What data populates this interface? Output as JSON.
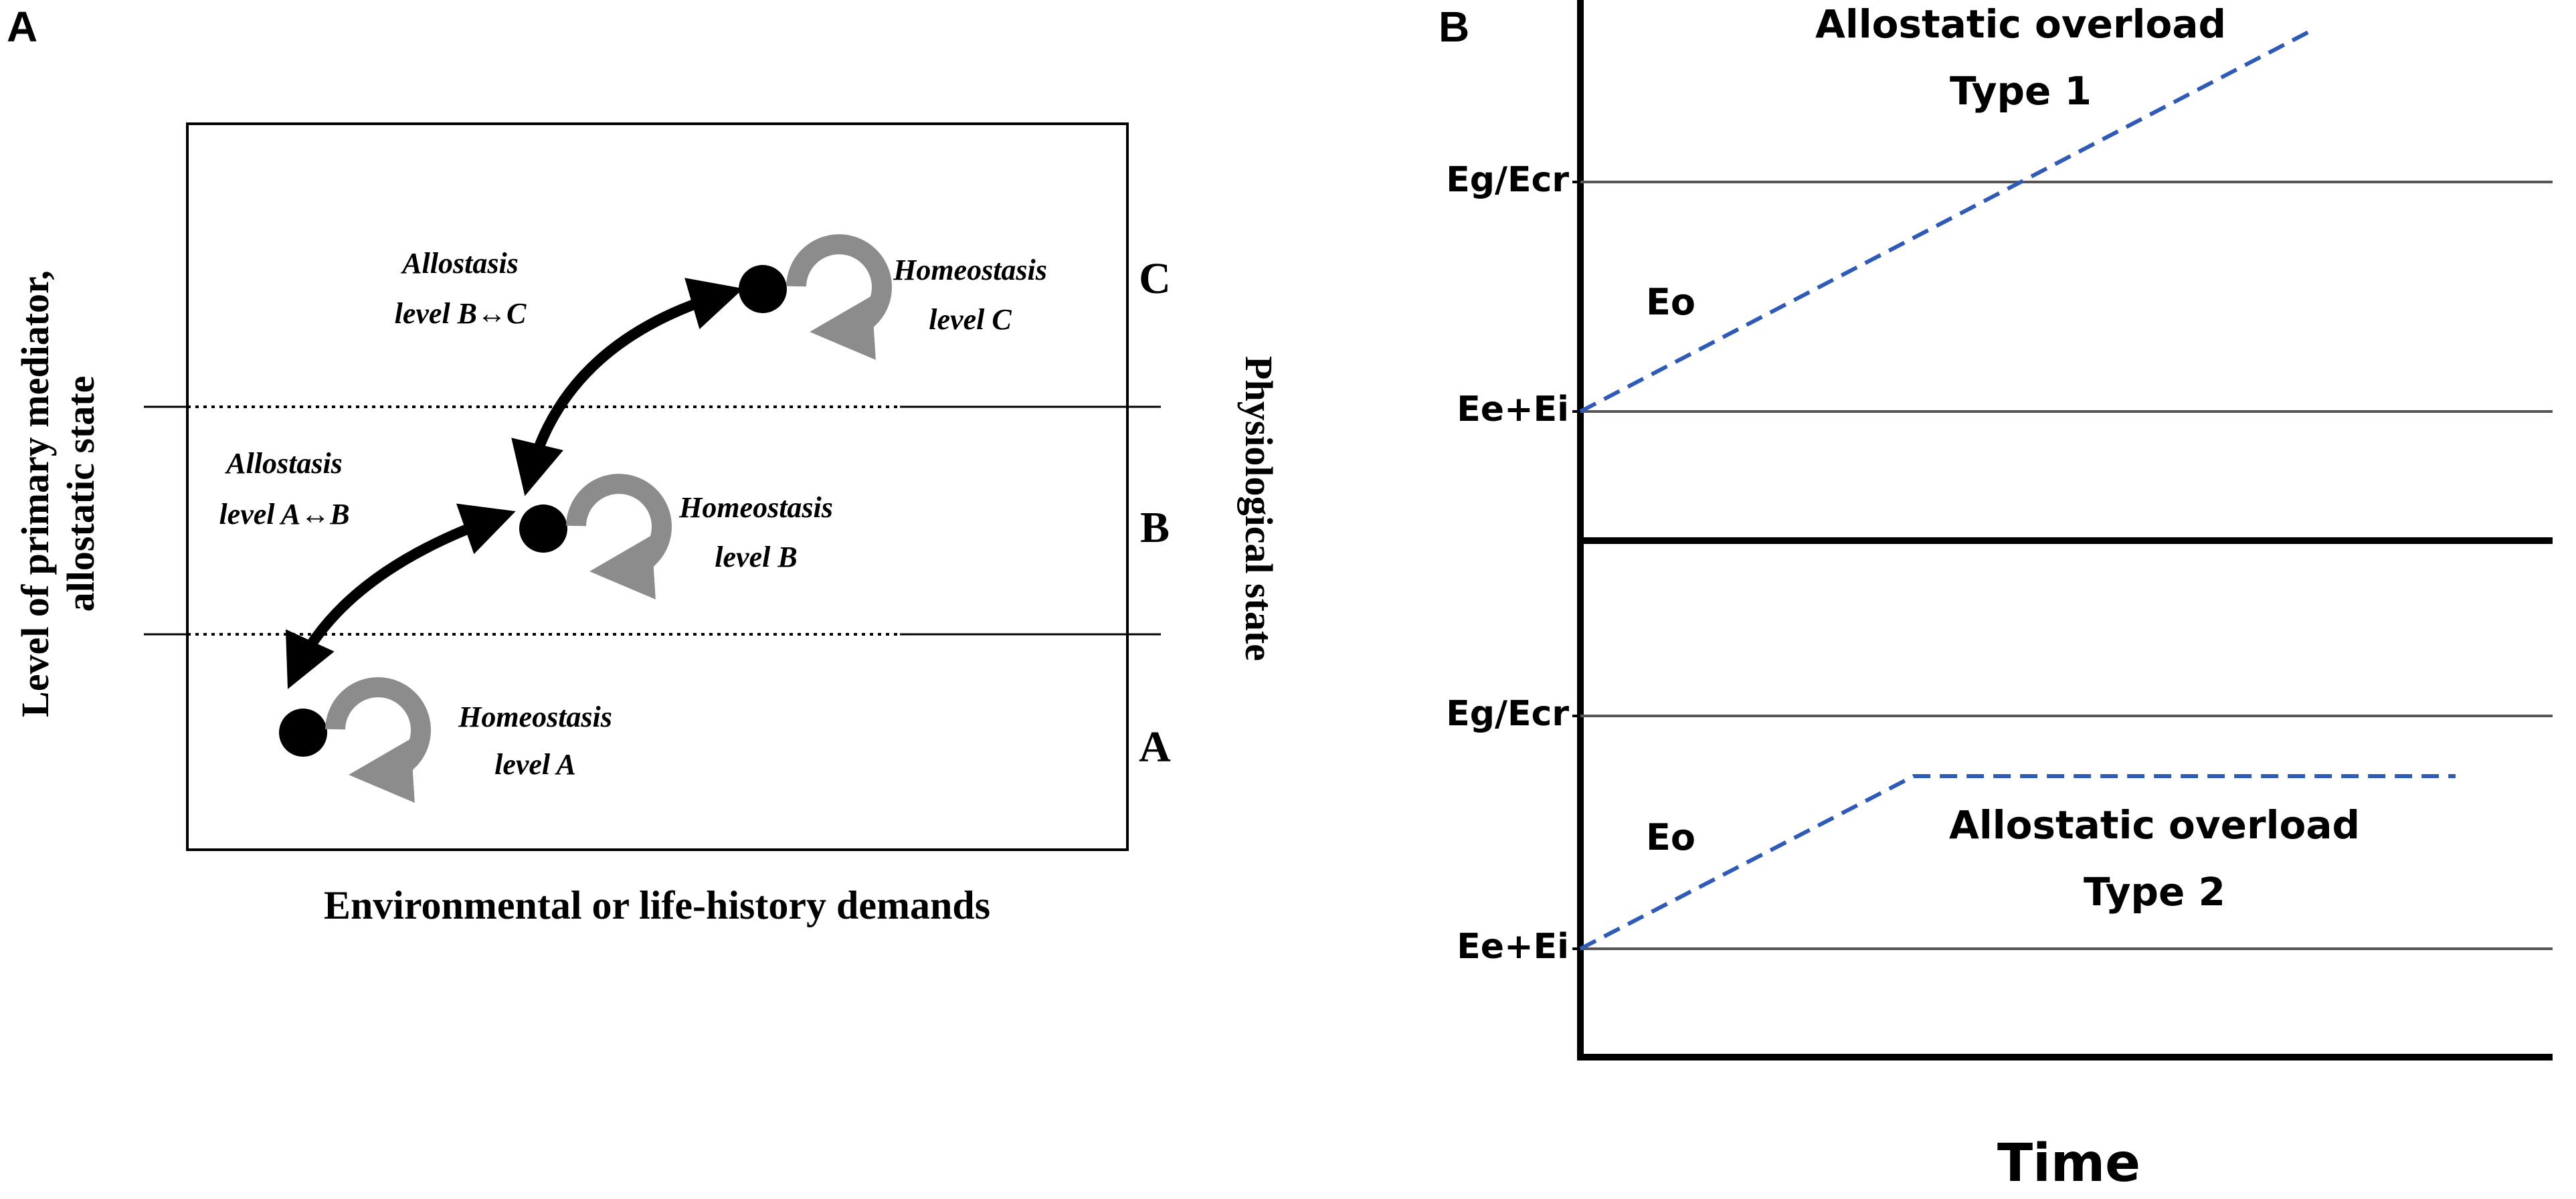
{
  "panel_a": {
    "letter": "A",
    "y_axis_label_line1": "Level of primary mediator,",
    "y_axis_label_line2": "allostatic state",
    "right_axis_label": "Physiological state",
    "x_axis_label": "Environmental or life-history demands",
    "levels": [
      "C",
      "B",
      "A"
    ],
    "homeostasis": [
      {
        "line1": "Homeostasis",
        "line2": "level C"
      },
      {
        "line1": "Homeostasis",
        "line2": "level B"
      },
      {
        "line1": "Homeostasis",
        "line2": "level A"
      }
    ],
    "allostasis": [
      {
        "line1": "Allostasis",
        "line2": "level B↔C"
      },
      {
        "line1": "Allostasis",
        "line2": "level A↔B"
      }
    ]
  },
  "panel_b": {
    "letter": "B",
    "x_axis_label": "Time",
    "line_color": "#2f5bb7",
    "top": {
      "title_line1": "Allostatic overload",
      "title_line2": "Type 1",
      "upper_label": "Eg/Ecr",
      "lower_label": "Ee+Ei",
      "curve_label": "Eo"
    },
    "bottom": {
      "title_line1": "Allostatic overload",
      "title_line2": "Type 2",
      "upper_label": "Eg/Ecr",
      "lower_label": "Ee+Ei",
      "curve_label": "Eo"
    }
  }
}
